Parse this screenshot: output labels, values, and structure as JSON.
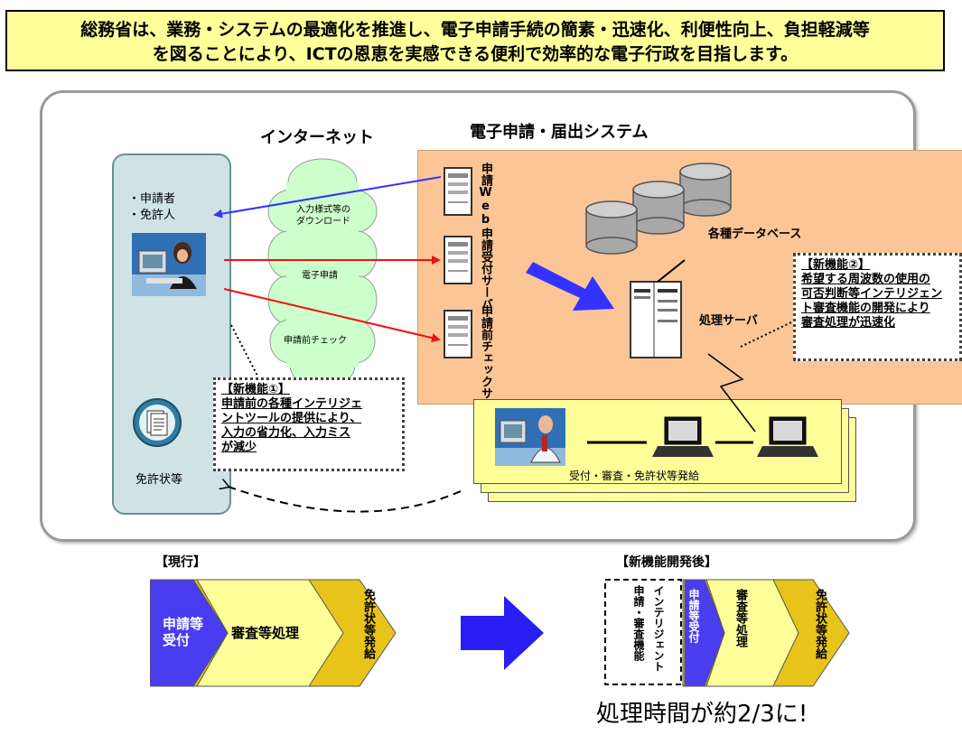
{
  "header": {
    "line1": "総務省は、業務・システムの最適化を推進し、電子申請手続の簡素・迅速化、利便性向上、負担軽減等",
    "line2": "を図ることにより、ICTの恩恵を実感できる便利で効率的な電子行政を目指します。"
  },
  "diagram": {
    "internet_label": "インターネット",
    "system_title": "電子申請・届出システム",
    "user_line1": "・申請者",
    "user_line2": "・免許人",
    "license_label": "免許状等",
    "cloud_download_1": "入力様式等の",
    "cloud_download_2": "ダウンロード",
    "cloud_apply": "電子申請",
    "cloud_precheck": "申請前チェック",
    "server_web": "申請Web",
    "server_receive": "申請受付サーバ",
    "server_check": "申請前チェックサーバ",
    "db_label": "各種データベース",
    "processing_server": "処理サーバ",
    "office_label": "受付・審査・免許状等発給",
    "new1": {
      "title": "【新機能①】",
      "lines": [
        "申請前の各種インテリジェ",
        "ントツールの提供により、",
        "入力の省力化、入力ミス",
        "が減少"
      ]
    },
    "new2": {
      "title": "【新機能②】",
      "lines": [
        "希望する周波数の使用の",
        "可否判断等インテリジェン",
        "ト審査機能の開発により",
        "審査処理が迅速化"
      ]
    }
  },
  "flow": {
    "current_label": "【現行】",
    "current_steps": [
      "申請等受付",
      "審査等処理",
      "免許状等発給"
    ],
    "after_label": "【新機能開発後】",
    "after_intel_1": "インテリジェント",
    "after_intel_2": "申請・審査機能",
    "after_steps": [
      "申請等受付",
      "審査等処理",
      "免許状等発給"
    ],
    "result": "処理時間が約2/3に!"
  },
  "colors": {
    "banner": "#ffff99",
    "system_box": "#fbc596",
    "user_box": "#cfe3e5",
    "arrow_blue": "#3333ff",
    "arrow_red": "#ee1111",
    "flow_blue": "#4a3df0",
    "flow_yellow": "#ffff99",
    "flow_gold": "#e8c31a"
  }
}
